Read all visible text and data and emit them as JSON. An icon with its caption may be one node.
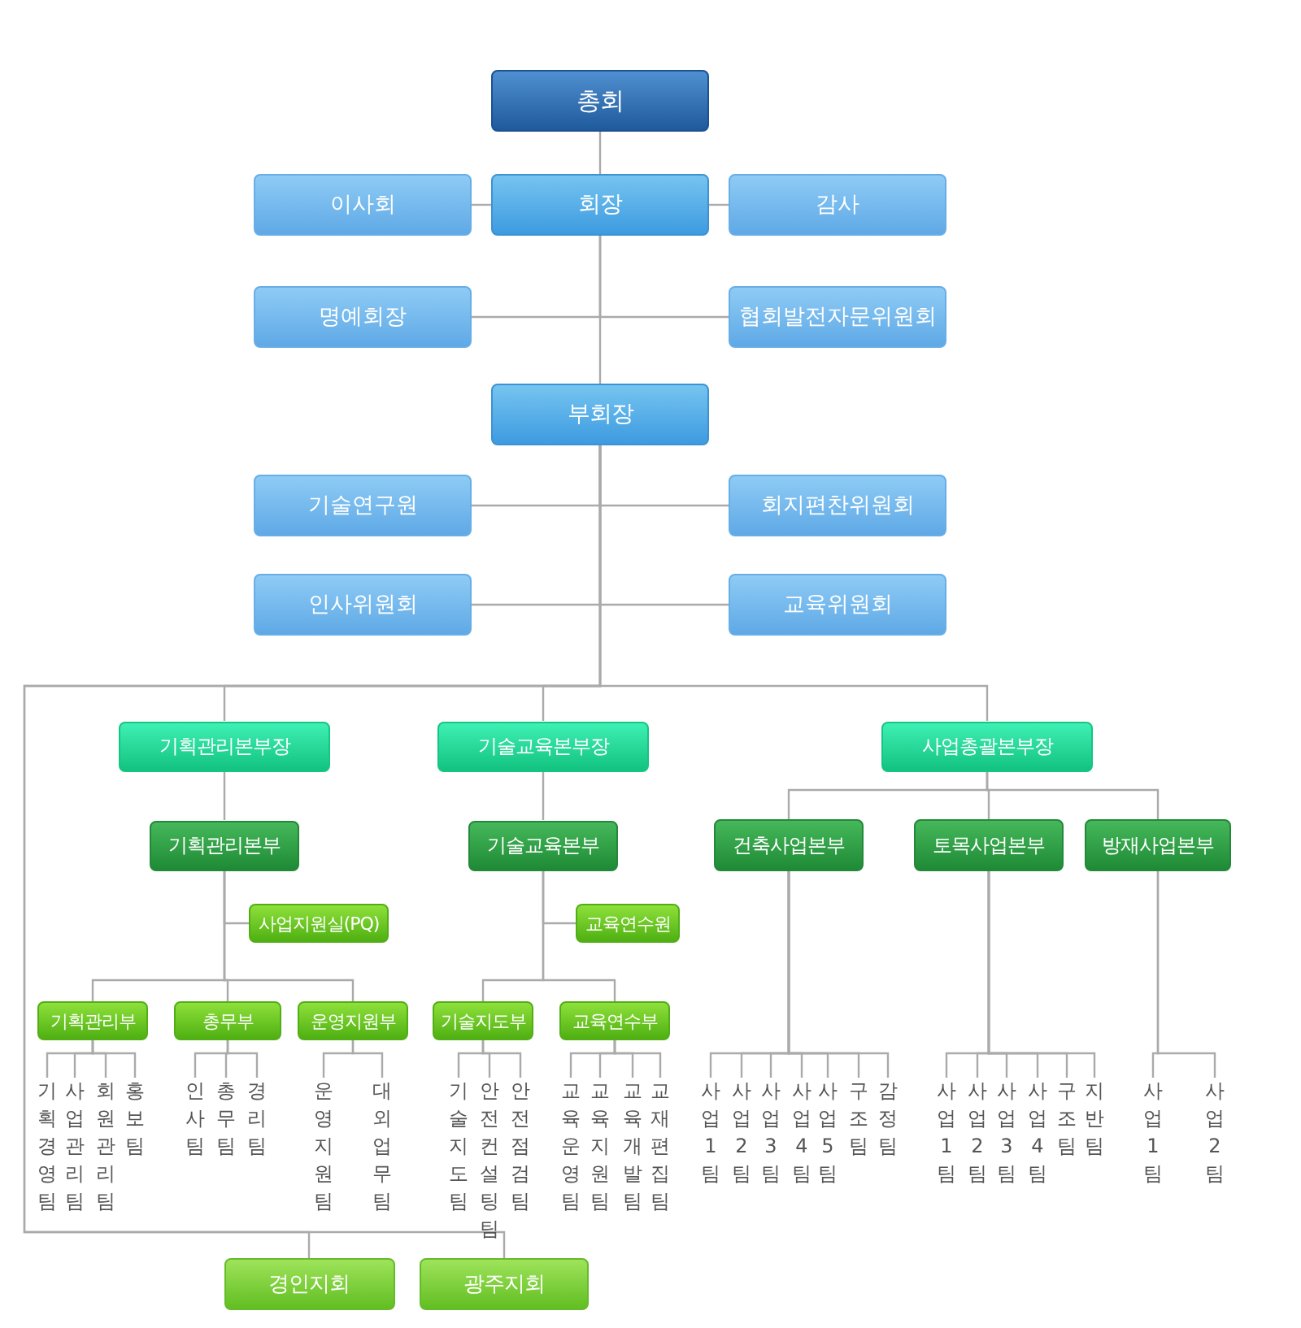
{
  "diagram": {
    "nodes": [
      {
        "text": [
          "총회"
        ]
      },
      {
        "text": [
          "회장"
        ]
      },
      {
        "text": [
          "이사회"
        ]
      },
      {
        "text": [
          "감사"
        ]
      },
      {
        "text": [
          "명예회장"
        ]
      },
      {
        "text": [
          "협회발전자문위원회"
        ]
      },
      {
        "text": [
          "부회장"
        ]
      },
      {
        "text": [
          "기술연구원"
        ]
      },
      {
        "text": [
          "회지편찬위원회"
        ]
      },
      {
        "text": [
          "인사위원회"
        ]
      },
      {
        "text": [
          "교육위원회"
        ]
      },
      {
        "text": [
          "기획관리본부장"
        ]
      },
      {
        "text": [
          "기술교육본부장"
        ]
      },
      {
        "text": [
          "사업총괄본부장"
        ]
      },
      {
        "text": [
          "기획관리본부"
        ]
      },
      {
        "text": [
          "사업지원실(PQ)"
        ]
      },
      {
        "text": [
          "기술교육본부"
        ]
      },
      {
        "text": [
          "교육연수원"
        ]
      },
      {
        "text": [
          "건축사업본부"
        ]
      },
      {
        "text": [
          "토목사업본부"
        ]
      },
      {
        "text": [
          "방재사업본부"
        ]
      },
      {
        "text": [
          "기획관리부"
        ]
      },
      {
        "text": [
          "총무부"
        ]
      },
      {
        "text": [
          "운영지원부"
        ]
      },
      {
        "text": [
          "기술지도부"
        ]
      },
      {
        "text": [
          "교육연수부"
        ]
      },
      {
        "text": [
          "기획경영팀"
        ]
      },
      {
        "text": [
          "사업관리팀"
        ]
      },
      {
        "text": [
          "회원관리팀"
        ]
      },
      {
        "text": [
          "홍보팀"
        ]
      },
      {
        "text": [
          "인사팀"
        ]
      },
      {
        "text": [
          "총무팀"
        ]
      },
      {
        "text": [
          "경리팀"
        ]
      },
      {
        "text": [
          "운영지원팀"
        ]
      },
      {
        "text": [
          "대외업무팀"
        ]
      },
      {
        "text": [
          "기술지도팀"
        ]
      },
      {
        "text": [
          "안전컨설팅팀"
        ]
      },
      {
        "text": [
          "안전점검팀"
        ]
      },
      {
        "text": [
          "교육운영팀"
        ]
      },
      {
        "text": [
          "교육지원팀"
        ]
      },
      {
        "text": [
          "교육개발팀"
        ]
      },
      {
        "text": [
          "교재편집팀"
        ]
      },
      {
        "text": [
          "사업1팀"
        ]
      },
      {
        "text": [
          "사업2팀"
        ]
      },
      {
        "text": [
          "사업3팀"
        ]
      },
      {
        "text": [
          "사업4팀"
        ]
      },
      {
        "text": [
          "사업5팀"
        ]
      },
      {
        "text": [
          "구조팀"
        ]
      },
      {
        "text": [
          "감정팀"
        ]
      },
      {
        "text": [
          "사업1팀"
        ]
      },
      {
        "text": [
          "사업2팀"
        ]
      },
      {
        "text": [
          "사업3팀"
        ]
      },
      {
        "text": [
          "사업4팀"
        ]
      },
      {
        "text": [
          "구조팀"
        ]
      },
      {
        "text": [
          "지반팀"
        ]
      },
      {
        "text": [
          "사업1팀"
        ]
      },
      {
        "text": [
          "사업2팀"
        ]
      },
      {
        "text": [
          "경인지회"
        ]
      },
      {
        "text": [
          "광주지회"
        ]
      }
    ],
    "edges": [
      {
        "from": 0,
        "to": 1,
        "arrow": "none"
      },
      {
        "from": 1,
        "to": 2,
        "arrow": "none"
      },
      {
        "from": 1,
        "to": 3,
        "arrow": "none"
      },
      {
        "from": 1,
        "to": 4,
        "arrow": "none"
      },
      {
        "from": 1,
        "to": 5,
        "arrow": "none"
      },
      {
        "from": 1,
        "to": 6,
        "arrow": "none"
      },
      {
        "from": 6,
        "to": 7,
        "arrow": "none"
      },
      {
        "from": 6,
        "to": 8,
        "arrow": "none"
      },
      {
        "from": 6,
        "to": 9,
        "arrow": "none"
      },
      {
        "from": 6,
        "to": 10,
        "arrow": "none"
      },
      {
        "from": 6,
        "to": 11,
        "arrow": "none"
      },
      {
        "from": 6,
        "to": 12,
        "arrow": "none"
      },
      {
        "from": 6,
        "to": 13,
        "arrow": "none"
      },
      {
        "from": 11,
        "to": 14,
        "arrow": "none"
      },
      {
        "from": 14,
        "to": 15,
        "arrow": "none"
      },
      {
        "from": 14,
        "to": 21,
        "arrow": "none"
      },
      {
        "from": 14,
        "to": 22,
        "arrow": "none"
      },
      {
        "from": 14,
        "to": 23,
        "arrow": "none"
      },
      {
        "from": 12,
        "to": 16,
        "arrow": "none"
      },
      {
        "from": 16,
        "to": 17,
        "arrow": "none"
      },
      {
        "from": 16,
        "to": 24,
        "arrow": "none"
      },
      {
        "from": 16,
        "to": 25,
        "arrow": "none"
      },
      {
        "from": 13,
        "to": 18,
        "arrow": "none"
      },
      {
        "from": 13,
        "to": 19,
        "arrow": "none"
      },
      {
        "from": 13,
        "to": 20,
        "arrow": "none"
      },
      {
        "from": 21,
        "to": 26,
        "arrow": "none"
      },
      {
        "from": 21,
        "to": 27,
        "arrow": "none"
      },
      {
        "from": 21,
        "to": 28,
        "arrow": "none"
      },
      {
        "from": 21,
        "to": 29,
        "arrow": "none"
      },
      {
        "from": 22,
        "to": 30,
        "arrow": "none"
      },
      {
        "from": 22,
        "to": 31,
        "arrow": "none"
      },
      {
        "from": 22,
        "to": 32,
        "arrow": "none"
      },
      {
        "from": 23,
        "to": 33,
        "arrow": "none"
      },
      {
        "from": 23,
        "to": 34,
        "arrow": "none"
      },
      {
        "from": 24,
        "to": 35,
        "arrow": "none"
      },
      {
        "from": 24,
        "to": 36,
        "arrow": "none"
      },
      {
        "from": 24,
        "to": 37,
        "arrow": "none"
      },
      {
        "from": 25,
        "to": 38,
        "arrow": "none"
      },
      {
        "from": 25,
        "to": 39,
        "arrow": "none"
      },
      {
        "from": 25,
        "to": 40,
        "arrow": "none"
      },
      {
        "from": 25,
        "to": 41,
        "arrow": "none"
      },
      {
        "from": 18,
        "to": 42,
        "arrow": "none"
      },
      {
        "from": 18,
        "to": 43,
        "arrow": "none"
      },
      {
        "from": 18,
        "to": 44,
        "arrow": "none"
      },
      {
        "from": 18,
        "to": 45,
        "arrow": "none"
      },
      {
        "from": 18,
        "to": 46,
        "arrow": "none"
      },
      {
        "from": 18,
        "to": 47,
        "arrow": "none"
      },
      {
        "from": 18,
        "to": 48,
        "arrow": "none"
      },
      {
        "from": 19,
        "to": 49,
        "arrow": "none"
      },
      {
        "from": 19,
        "to": 50,
        "arrow": "none"
      },
      {
        "from": 19,
        "to": 51,
        "arrow": "none"
      },
      {
        "from": 19,
        "to": 52,
        "arrow": "none"
      },
      {
        "from": 19,
        "to": 53,
        "arrow": "none"
      },
      {
        "from": 19,
        "to": 54,
        "arrow": "none"
      },
      {
        "from": 20,
        "to": 55,
        "arrow": "none"
      },
      {
        "from": 20,
        "to": 56,
        "arrow": "none"
      },
      {
        "from": 6,
        "to": 57,
        "arrow": "none"
      },
      {
        "from": 6,
        "to": 58,
        "arrow": "none"
      }
    ]
  }
}
